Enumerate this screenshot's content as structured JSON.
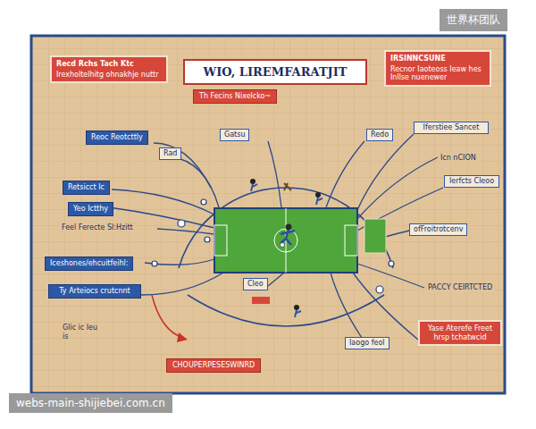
{
  "diagram": {
    "title": "WIO, LIREMFARATJIT",
    "nodes": [
      {
        "text": [
          "Recd Rchs Tach Ktc",
          "Irexholtelhitg ohnakhje nuttr"
        ]
      },
      {
        "text": [
          "Th Fecins Nixelcko~"
        ]
      },
      {
        "text": [
          "IRSINNCSUNE",
          "Recnor Iaoteoss Ieaw hes Inllse nuenewer"
        ]
      },
      {
        "text": [
          "Reoc Reotcttly"
        ]
      },
      {
        "text": [
          "Gatsu"
        ]
      },
      {
        "text": [
          "Redo"
        ]
      },
      {
        "text": [
          "Iferstiee Sancet"
        ]
      },
      {
        "text": [
          "Rad"
        ]
      },
      {
        "text": [
          "Retsicct Ic"
        ]
      },
      {
        "text": [
          "Icn nCION"
        ]
      },
      {
        "text": [
          "Ierfcts Cleoo"
        ]
      },
      {
        "text": [
          "Yeo Ictthy"
        ]
      },
      {
        "text": [
          "Feel Ferecte SI:Hzitt"
        ]
      },
      {
        "text": [
          "ofFroitrotcenv"
        ]
      },
      {
        "text": [
          "Iceshones/ehcuitfeihl:"
        ]
      },
      {
        "text": [
          "Ty Arteiocs crutcnnt"
        ]
      },
      {
        "text": [
          "Cleo"
        ]
      },
      {
        "text": [
          "PACCY CEIRTCTED"
        ]
      },
      {
        "text": [
          "Yase Aterefe Freet hrsp tchatwcid"
        ]
      },
      {
        "text": [
          "Iaogo feol"
        ]
      },
      {
        "text": [
          "CHOUPERPESESWINRD"
        ]
      }
    ],
    "labels": [
      "Glic ic Ieu is",
      "世界杯团队",
      "webs-main-shijiebei.com.cn"
    ]
  }
}
